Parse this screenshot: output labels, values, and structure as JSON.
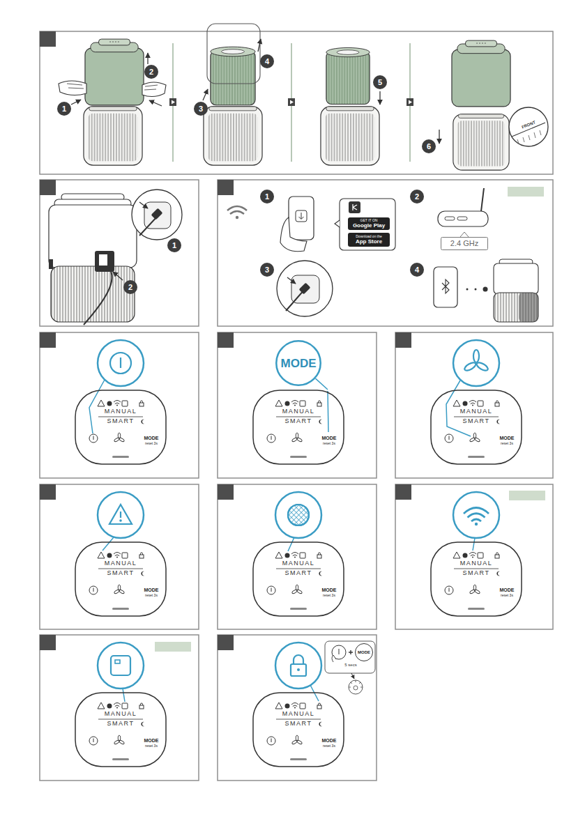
{
  "diagram": {
    "nodes": [
      {
        "text": [
          "1"
        ]
      },
      {
        "text": [
          "2"
        ]
      },
      {
        "text": [
          "3"
        ]
      },
      {
        "text": [
          "4"
        ]
      },
      {
        "text": [
          "5"
        ]
      },
      {
        "text": [
          "6"
        ]
      },
      {
        "text": [
          "1"
        ]
      },
      {
        "text": [
          "2"
        ]
      },
      {
        "text": [
          "1"
        ]
      },
      {
        "text": [
          "GET IT ON",
          "Google Play"
        ]
      },
      {
        "text": [
          "Download on the",
          "App Store"
        ]
      },
      {
        "text": [
          "2"
        ]
      },
      {
        "text": [
          "2.4 GHz"
        ]
      },
      {
        "text": [
          "3"
        ]
      },
      {
        "text": [
          "4"
        ]
      },
      {
        "text": [
          "MANUAL",
          "SMART",
          "MODE",
          "reset 3s"
        ]
      },
      {
        "text": [
          "MODE"
        ]
      },
      {
        "text": [
          "MANUAL",
          "SMART",
          "MODE",
          "reset 3s"
        ]
      },
      {
        "text": [
          "MANUAL",
          "SMART",
          "MODE",
          "reset 3s"
        ]
      },
      {
        "text": [
          "MANUAL",
          "SMART",
          "MODE",
          "reset 3s"
        ]
      },
      {
        "text": [
          "MANUAL",
          "SMART",
          "MODE",
          "reset 3s"
        ]
      },
      {
        "text": [
          "MANUAL",
          "SMART",
          "MODE",
          "reset 3s"
        ]
      },
      {
        "text": [
          "MANUAL",
          "SMART",
          "MODE",
          "reset 3s"
        ]
      },
      {
        "text": [
          "MODE"
        ]
      },
      {
        "text": [
          "MANUAL",
          "SMART",
          "MODE",
          "reset 3s"
        ]
      }
    ],
    "edges": [
      {
        "from": 16,
        "to": 17,
        "arrow": "none"
      }
    ],
    "labels": [
      "FRONT",
      "5 secs"
    ]
  }
}
